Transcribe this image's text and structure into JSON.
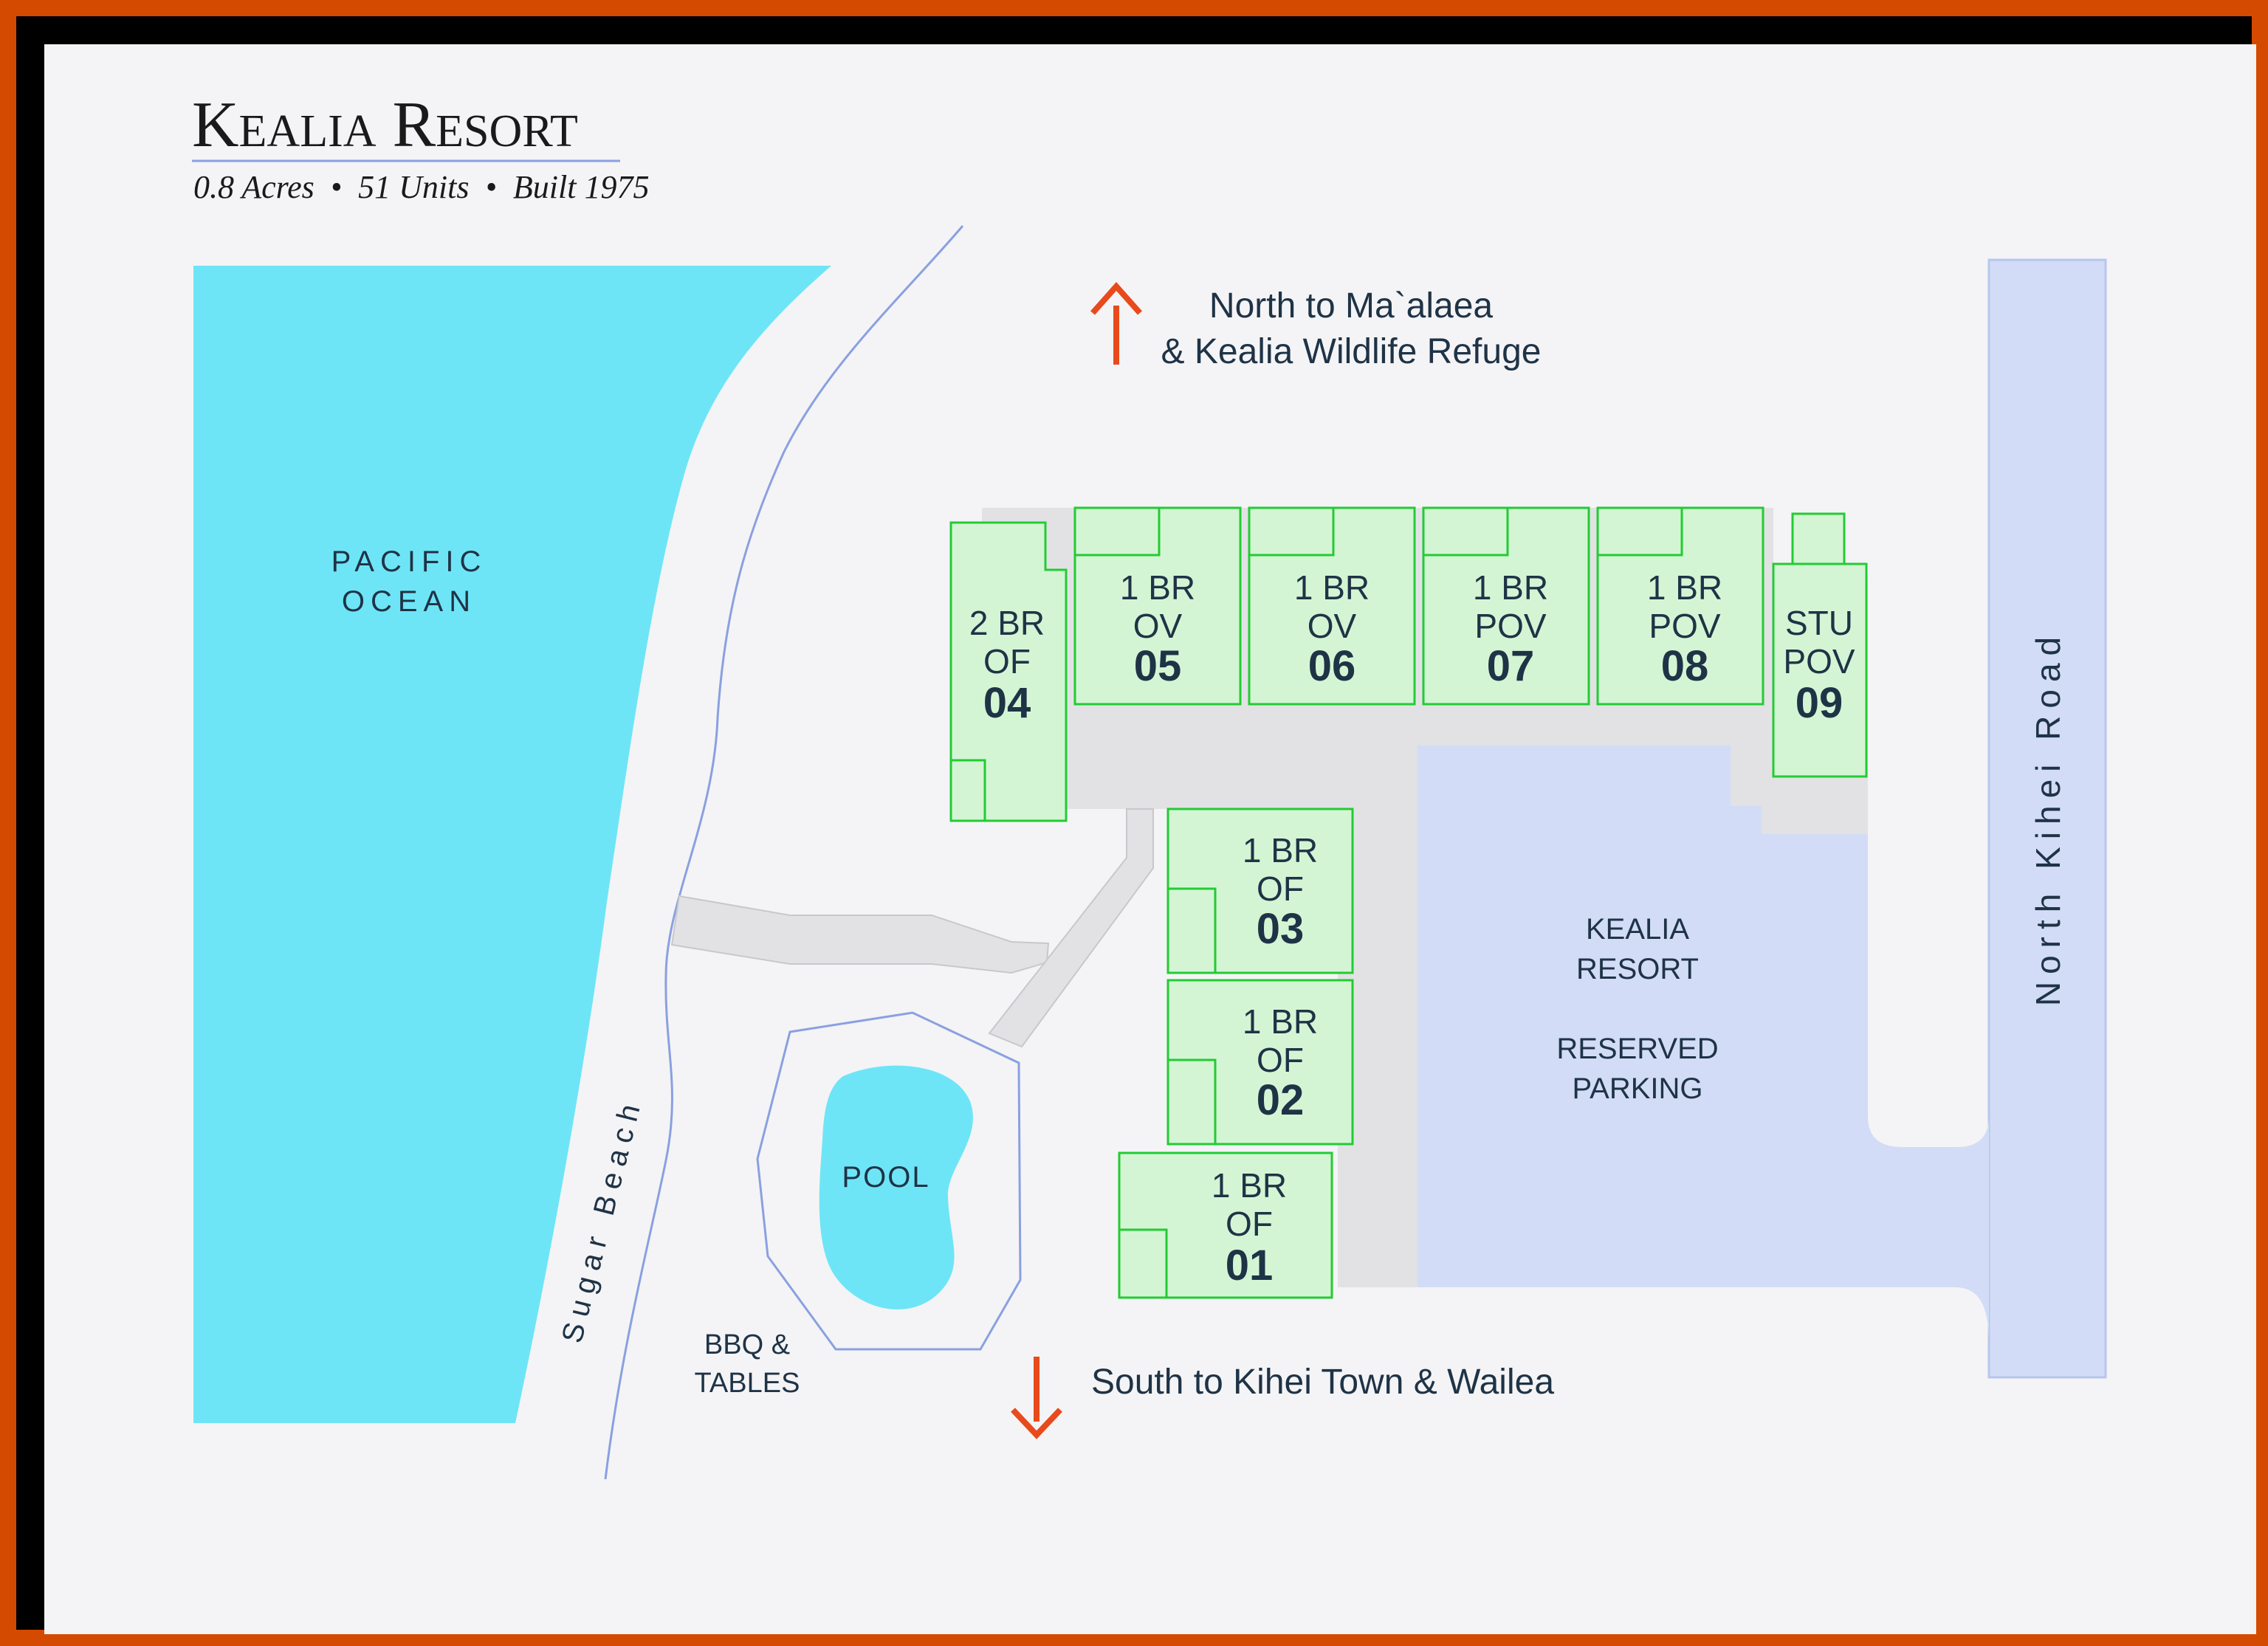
{
  "title": {
    "name": "Kealia Resort",
    "subtitle": "0.8 Acres  •  51 Units  •  Built 1975"
  },
  "labels": {
    "ocean": [
      "PACIFIC",
      "OCEAN"
    ],
    "beach": "Sugar Beach",
    "road": "North Kihei Road",
    "pool": "POOL",
    "bbq": [
      "BBQ &",
      "TABLES"
    ],
    "parking": [
      "KEALIA",
      "RESORT",
      "RESERVED",
      "PARKING"
    ],
    "north": [
      "North to Ma`alaea",
      "& Kealia Wildlife Refuge"
    ],
    "south": "South to Kihei Town & Wailea"
  },
  "units": [
    {
      "id": "unit-01",
      "lines": [
        "1 BR",
        "OF"
      ],
      "number": "01"
    },
    {
      "id": "unit-02",
      "lines": [
        "1 BR",
        "OF"
      ],
      "number": "02"
    },
    {
      "id": "unit-03",
      "lines": [
        "1 BR",
        "OF"
      ],
      "number": "03"
    },
    {
      "id": "unit-04",
      "lines": [
        "2 BR",
        "OF"
      ],
      "number": "04"
    },
    {
      "id": "unit-05",
      "lines": [
        "1 BR",
        "OV"
      ],
      "number": "05"
    },
    {
      "id": "unit-06",
      "lines": [
        "1 BR",
        "OV"
      ],
      "number": "06"
    },
    {
      "id": "unit-07",
      "lines": [
        "1 BR",
        "POV"
      ],
      "number": "07"
    },
    {
      "id": "unit-08",
      "lines": [
        "1 BR",
        "POV"
      ],
      "number": "08"
    },
    {
      "id": "unit-09",
      "lines": [
        "STU",
        "POV"
      ],
      "number": "09"
    }
  ],
  "colors": {
    "frame": "#d44a00",
    "background": "#f4f4f6",
    "ocean": "#6ee5f6",
    "unit_fill": "#d4f5d4",
    "unit_stroke": "#22cc33",
    "parking": "#d2dcf6",
    "walkway": "#e2e2e4",
    "arrow": "#e84a1c",
    "text": "#1f3346"
  }
}
